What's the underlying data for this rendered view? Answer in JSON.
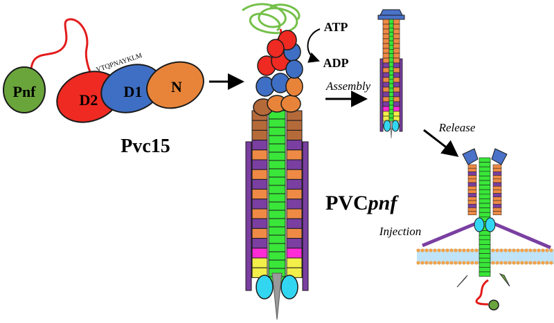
{
  "labels": {
    "pnf": "Pnf",
    "d2": "D2",
    "d1": "D1",
    "n": "N",
    "sequence": "VTQPNAYKLM",
    "pvc15": "Pvc15",
    "atp": "ATP",
    "adp": "ADP",
    "assembly": "Assembly",
    "release": "Release",
    "pvc_prefix": "PVC",
    "pvc_suffix": "pnf",
    "injection": "Injection"
  },
  "colors": {
    "pnf": "#6aa53c",
    "d2": "#ee2a22",
    "d1": "#3f6fc4",
    "n": "#e8843a",
    "loop": "#e31b1b",
    "tail_green": "#39e639",
    "sheath_orange": "#ee8a45",
    "sheath_purple": "#7a3fa1",
    "sheath_magenta": "#ff2bd6",
    "sheath_yellow": "#f2ee4a",
    "base_cyan": "#33d6f0",
    "sheath_brown": "#b56a3a",
    "membrane_blue": "#bfe3f8",
    "membrane_orange": "#f2a24a",
    "cap_blue": "#4a72c8",
    "atp_tangle": "#74c04a"
  }
}
